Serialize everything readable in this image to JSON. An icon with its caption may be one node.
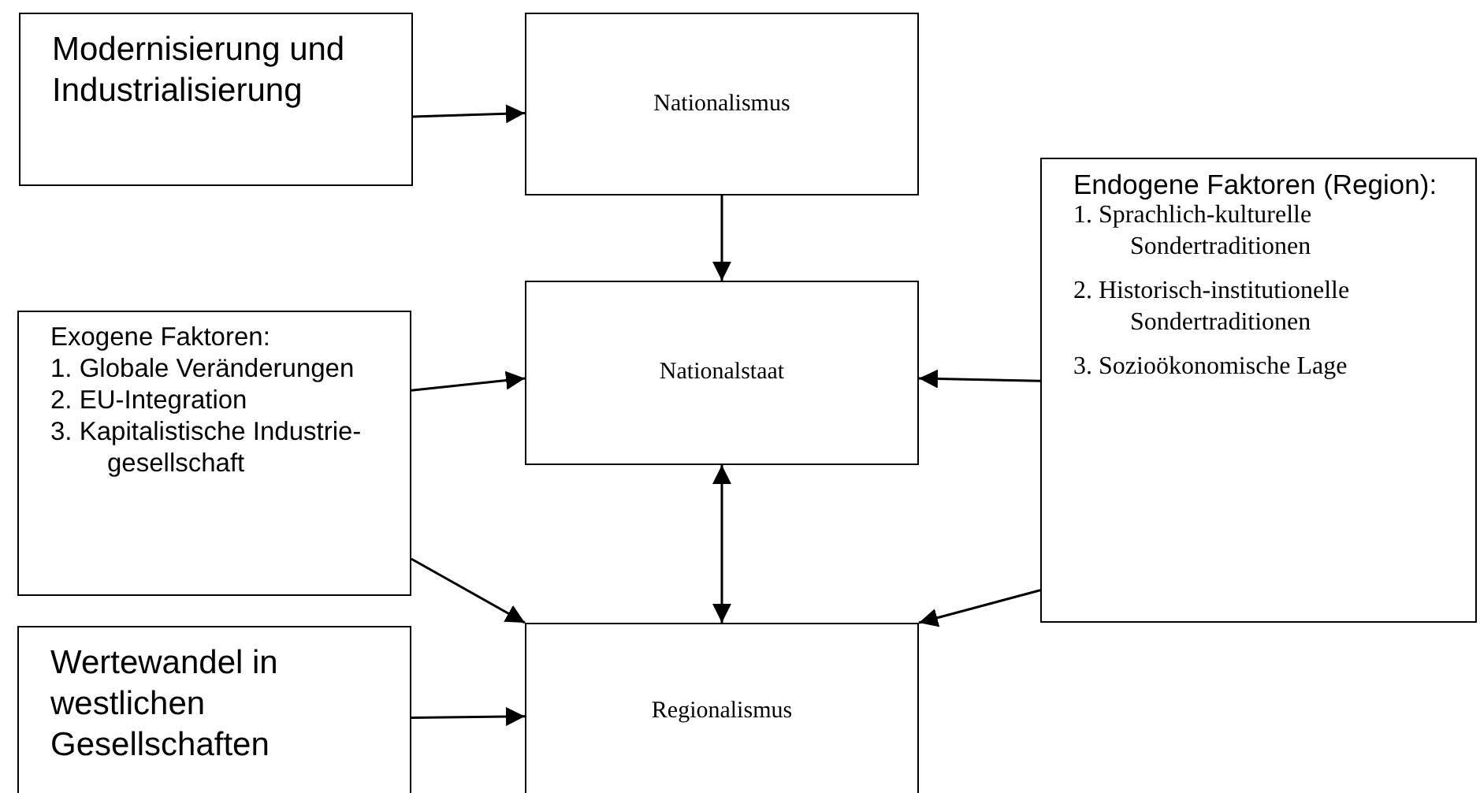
{
  "diagram": {
    "nodes": [
      {
        "text": [
          "Modernisierung und Industrialisierung"
        ]
      },
      {
        "text": [
          "Nationalismus"
        ]
      },
      {
        "text": [
          "Exogene Faktoren:",
          "1. Globale Veränderungen",
          "2. EU-Integration",
          "3. Kapitalistische Industrie-gesellschaft"
        ]
      },
      {
        "text": [
          "Nationalstaat"
        ]
      },
      {
        "text": [
          "Endogene Faktoren (Region):",
          "1. Sprachlich-kulturelle Sondertraditionen",
          "2. Historisch-institutionelle Sondertraditionen",
          "3. Sozioökonomische Lage"
        ]
      },
      {
        "text": [
          "Wertewandel in westlichen Gesellschaften"
        ]
      },
      {
        "text": [
          "Regionalismus"
        ]
      }
    ],
    "edges": [
      {
        "from": 0,
        "to": 1,
        "arrow": "to"
      },
      {
        "from": 1,
        "to": 3,
        "arrow": "to"
      },
      {
        "from": 2,
        "to": 3,
        "arrow": "to"
      },
      {
        "from": 4,
        "to": 3,
        "arrow": "to"
      },
      {
        "from": 3,
        "to": 6,
        "arrow": "both"
      },
      {
        "from": 2,
        "to": 6,
        "arrow": "to"
      },
      {
        "from": 4,
        "to": 6,
        "arrow": "to"
      },
      {
        "from": 5,
        "to": 6,
        "arrow": "to"
      }
    ]
  }
}
